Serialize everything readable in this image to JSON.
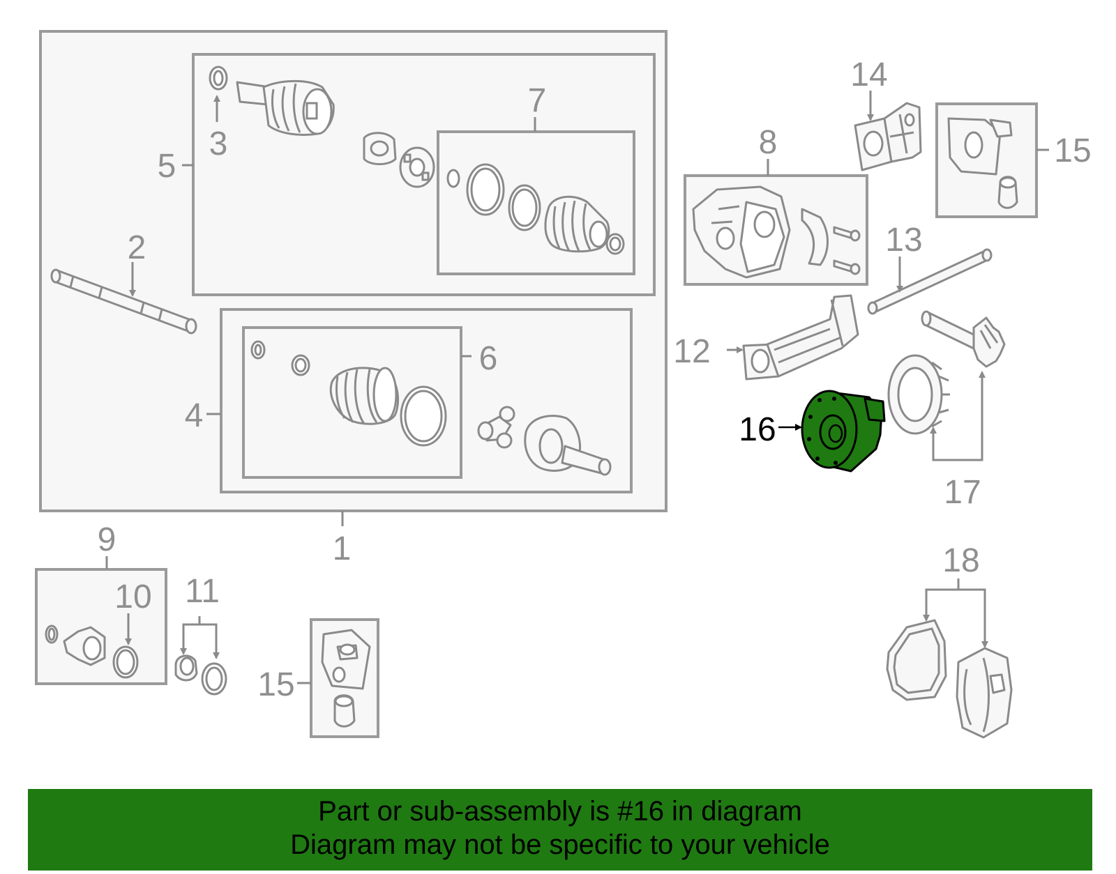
{
  "callouts": {
    "c1": "1",
    "c2": "2",
    "c3": "3",
    "c4": "4",
    "c5": "5",
    "c6": "6",
    "c7": "7",
    "c8": "8",
    "c9": "9",
    "c10": "10",
    "c11": "11",
    "c12": "12",
    "c13": "13",
    "c14": "14",
    "c15a": "15",
    "c15b": "15",
    "c16": "16",
    "c17": "17",
    "c18": "18"
  },
  "highlight": {
    "part_number": "16",
    "color": "#1f7a12"
  },
  "banner": {
    "line1": "Part or sub-assembly is #16 in diagram",
    "line2": "Diagram may not be specific to your vehicle",
    "color": "#1f7a12"
  }
}
